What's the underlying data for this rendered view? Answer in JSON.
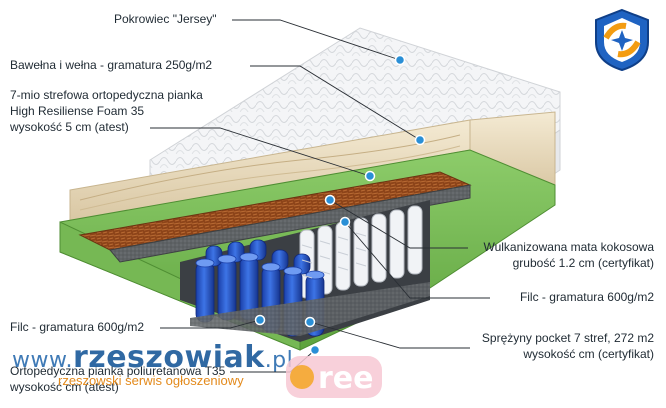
{
  "labels": {
    "jersey": "Pokrowiec \"Jersey\"",
    "wool": "Bawełna i  wełna - gramatura 250g/m2",
    "foam_line1": "7-mio strefowa ortopedyczna pianka",
    "foam_line2": "High Resiliense Foam 35",
    "foam_line3": "wysokość 5 cm (atest)",
    "coco_line1": "Wulkanizowana mata kokosowa",
    "coco_line2": "grubość 1.2 cm (certyfikat)",
    "felt_right": "Filc - gramatura 600g/m2",
    "springs_line1": "Sprężyny pocket 7 stref, 272 m2",
    "springs_line2": "wysokość cm (certyfikat)",
    "felt_left": "Filc - gramatura 600g/m2",
    "base_line1": "Ortopedyczna pianka poliuretanowa T35",
    "base_line2": "wysokość cm (atest)"
  },
  "watermark": {
    "url_prefix": "www.",
    "url_main": "rzeszowiak",
    "url_suffix": ".pl",
    "tagline": "rzeszowski serwis ogłoszeniowy",
    "logo_text": "ree"
  },
  "colors": {
    "label_text": "#1f2a33",
    "pointer": "#2a8fd6",
    "foam_green": "#7bbf5a",
    "coconut": "#9a4f1f",
    "spring_blue": "#1f4fc4",
    "cover_white": "#f3f4f6",
    "wool_beige": "#e9dcc0"
  }
}
